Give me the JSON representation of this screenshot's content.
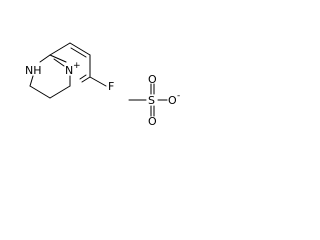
{
  "molecules": [
    {
      "id": "cation",
      "atom_labels": {
        "nh": "NH",
        "n": "N",
        "charge_plus": "+",
        "f": "F"
      }
    },
    {
      "id": "anion",
      "atom_labels": {
        "s": "S",
        "o_top": "O",
        "o_bottom": "O",
        "o_right": "O",
        "charge_minus": "-"
      }
    }
  ],
  "colors": {
    "bond": "#000000",
    "text": "#000000",
    "background": "#ffffff"
  }
}
